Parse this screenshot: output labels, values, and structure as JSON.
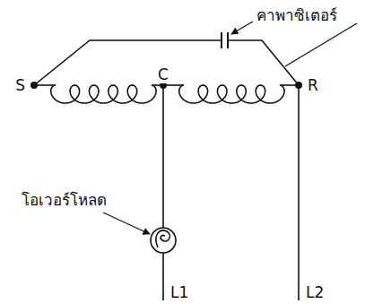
{
  "diagram": {
    "labels": [
      "คาพาซิเตอร์",
      "S",
      "C",
      "R",
      "โอเวอร์โหลด",
      "L1",
      "L2"
    ]
  }
}
